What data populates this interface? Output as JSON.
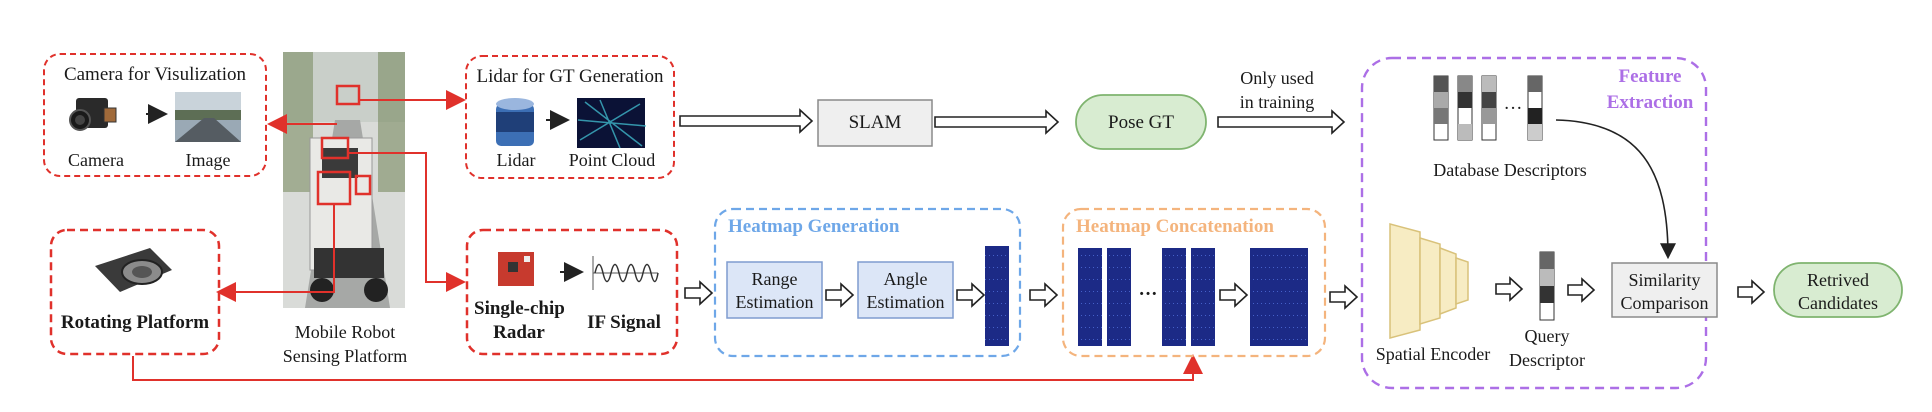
{
  "camera_group": {
    "title": "Camera for Visulization",
    "camera_label": "Camera",
    "image_label": "Image"
  },
  "lidar_group": {
    "title": "Lidar for GT Generation",
    "lidar_label": "Lidar",
    "cloud_label": "Point Cloud"
  },
  "robot": {
    "label_line1": "Mobile Robot",
    "label_line2": "Sensing Platform"
  },
  "rotating": {
    "label": "Rotating Platform"
  },
  "radar_group": {
    "radar_line1": "Single-chip",
    "radar_line2": "Radar",
    "signal_label": "IF Signal"
  },
  "slam": {
    "label": "SLAM"
  },
  "pose": {
    "label": "Pose GT"
  },
  "training_note": {
    "line1": "Only used",
    "line2": "in training"
  },
  "heatmap_gen": {
    "title": "Heatmap Generation",
    "range_line1": "Range",
    "range_line2": "Estimation",
    "angle_line1": "Angle",
    "angle_line2": "Estimation"
  },
  "heatmap_concat": {
    "title": "Heatmap Concatenation",
    "ellipsis": "···"
  },
  "feature": {
    "title_line1": "Feature",
    "title_line2": "Extraction",
    "db_label": "Database Descriptors",
    "db_ellipsis": "···",
    "encoder_label": "Spatial Encoder",
    "query_line1": "Query",
    "query_line2": "Descriptor",
    "sim_line1": "Similarity",
    "sim_line2": "Comparison"
  },
  "output": {
    "line1": "Retrived",
    "line2": "Candidates"
  },
  "colors": {
    "red": "#e0312b",
    "blue": "#6ea7e8",
    "orange": "#f4b47d",
    "purple": "#ac6fe6",
    "green_fill": "#d8ecd1",
    "green_stroke": "#7fb46f",
    "box_fill": "#dce6f7",
    "box_stroke": "#7f9ccf",
    "heat": "#1f2a7a",
    "encoder_fill": "#f7ecc3"
  }
}
